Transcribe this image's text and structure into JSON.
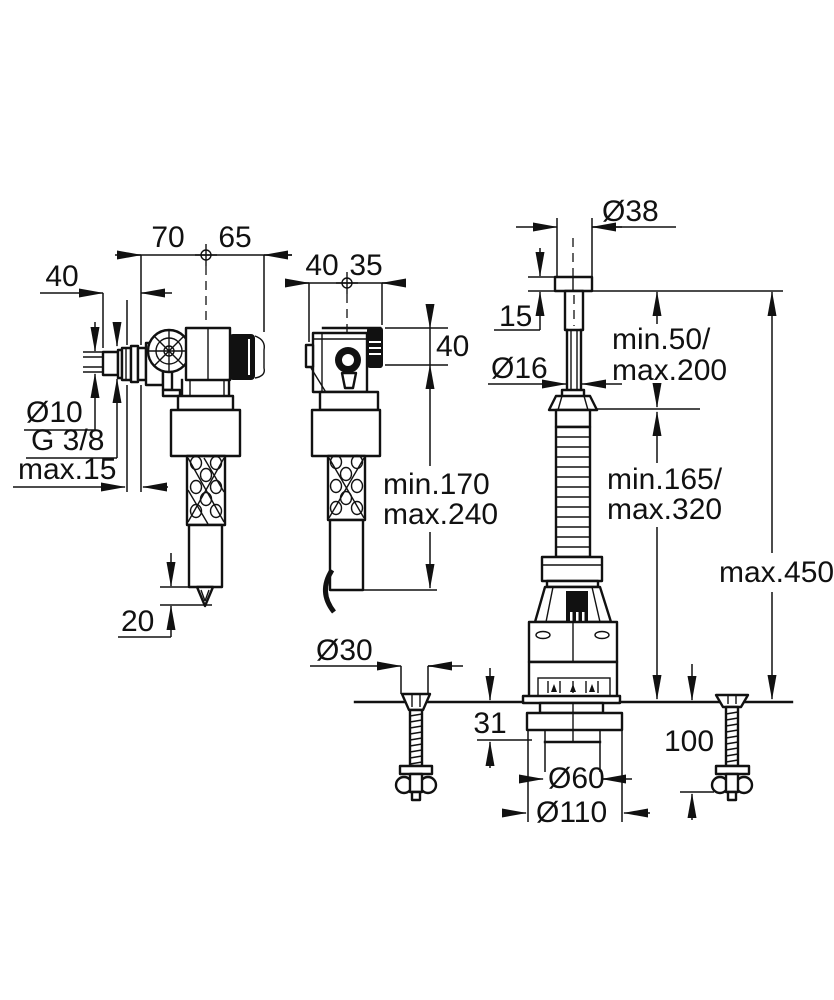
{
  "drawing": {
    "type": "technical-dimension-drawing",
    "subject": "toilet cistern filling valve and flush valve installation dimensions",
    "colors": {
      "line": "#111111",
      "background": "#ffffff"
    },
    "dims": {
      "left": {
        "w40": "40",
        "w70": "70",
        "w65": "65",
        "dia10": "Ø10",
        "thread": "G 3/8",
        "max15": "max.15",
        "tip20": "20"
      },
      "middle": {
        "w40": "40",
        "w35": "35",
        "h40": "40",
        "len_min": "min.170",
        "len_max": "max.240"
      },
      "right": {
        "dia38": "Ø38",
        "h15": "15",
        "dia16": "Ø16",
        "rod_min": "min.50/",
        "rod_max": "max.200",
        "tube_min": "min.165/",
        "tube_max": "max.320",
        "total": "max.450",
        "dia30": "Ø30",
        "h31": "31",
        "bolt100": "100",
        "dia60": "Ø60",
        "dia110": "Ø110"
      }
    }
  }
}
